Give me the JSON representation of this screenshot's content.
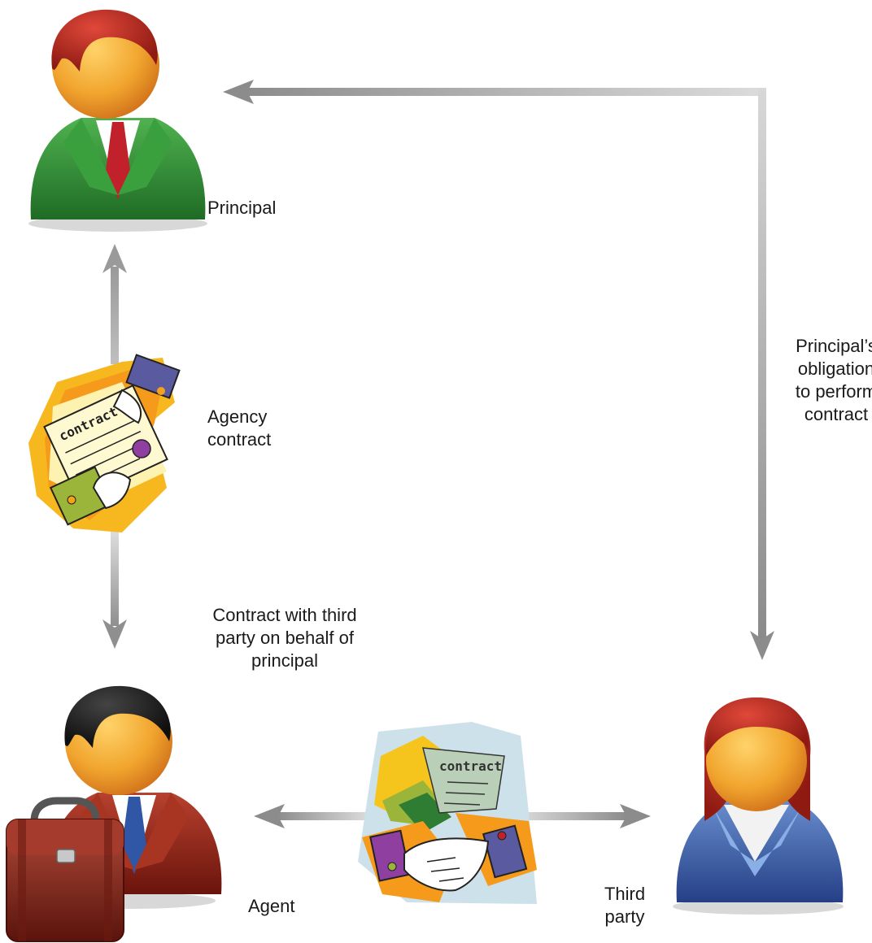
{
  "labels": {
    "principal": "Principal",
    "agency_contract": "Agency\ncontract",
    "contract_third_party": "Contract with third\nparty on behalf of\nprincipal",
    "principal_obligation": "Principal’s\nobligation\nto perform\ncontract",
    "agent": "Agent",
    "third_party": "Third\nparty"
  },
  "clipart_text": {
    "agency_document": "contract",
    "handshake_document": "contract"
  },
  "colors": {
    "arrow_dark": "#8c8c8c",
    "arrow_light": "#dcdcdc",
    "principal_hair": "#b5281c",
    "principal_suit": "#2e8a36",
    "principal_tie": "#c0212a",
    "agent_suit": "#8e2418",
    "agent_tie": "#2f57a5",
    "third_party_blouse": "#3b5ea6",
    "face": "#f1a52e"
  }
}
